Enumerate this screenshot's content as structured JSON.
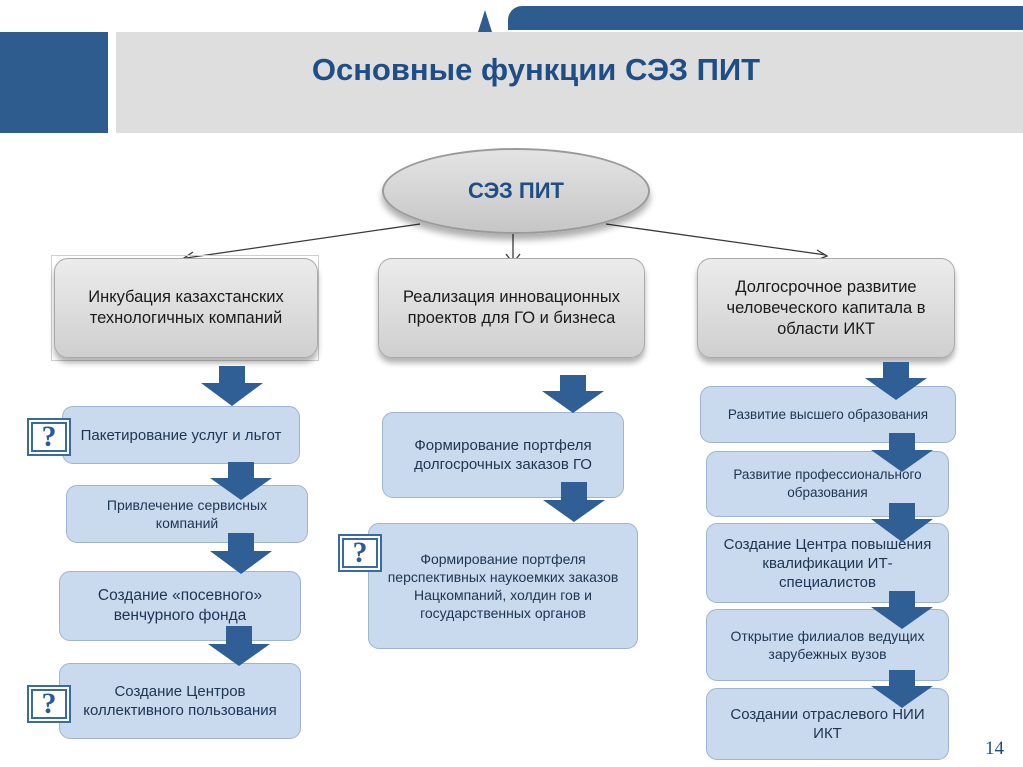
{
  "slide": {
    "title": "Основные функции СЭЗ ПИТ",
    "page_number": "14"
  },
  "root": {
    "label": "СЭЗ ПИТ"
  },
  "columns": [
    {
      "header": "Инкубация казахстанских технологичных компаний",
      "items": [
        "Пакетирование услуг и льгот",
        "Привлечение сервисных компаний",
        "Создание «посевного» венчурного фонда",
        "Создание Центров коллективного пользования"
      ]
    },
    {
      "header": "Реализация инновационных проектов для ГО и бизнеса",
      "items": [
        "Формирование портфеля долгосрочных заказов ГО",
        "Формирование портфеля перспективных наукоемких заказов Нацкомпаний, холдин гов и государственных органов"
      ]
    },
    {
      "header": "Долгосрочное развитие человеческого капитала в области ИКТ",
      "items": [
        "Развитие высшего образования",
        "Развитие профессионального образования",
        "Создание Центра повышения квалификации ИТ-специалистов",
        "Открытие филиалов ведущих зарубежных вузов",
        "Создании отраслевого НИИ ИКТ"
      ]
    }
  ],
  "markers": {
    "question_glyph": "?"
  },
  "colors": {
    "brand_blue": "#2e5c8f",
    "title_blue": "#1f4e87",
    "item_fill": "#c9d9ee",
    "arrow_blue": "#2f5f95"
  }
}
